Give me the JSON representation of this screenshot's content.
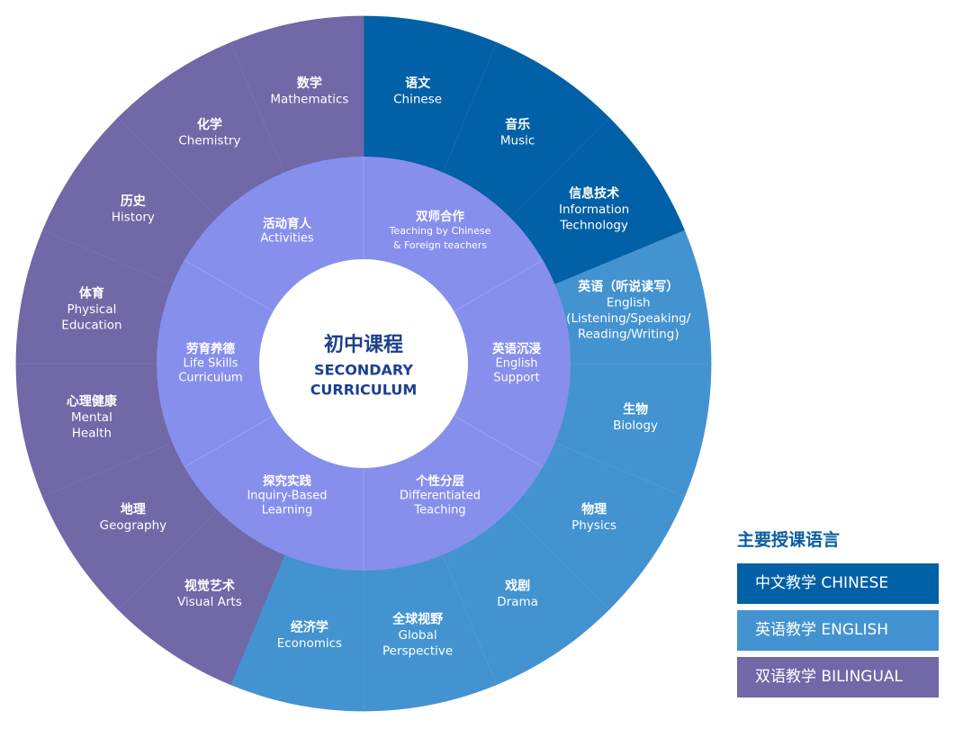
{
  "center": {
    "title_zh": "初中课程",
    "title_en_1": "SECONDARY",
    "title_en_2": "CURRICULUM"
  },
  "colors": {
    "chinese": "#0160a6",
    "english": "#4393d1",
    "bilingual": "#7068a7",
    "inner_ring": "#878fed",
    "center": "#ffffff",
    "center_text": "#1c3f8f",
    "legend_title": "#0b5ea2"
  },
  "outer_ring": [
    {
      "lines": [
        "语文",
        "Chinese"
      ],
      "group": "chinese"
    },
    {
      "lines": [
        "音乐",
        "Music"
      ],
      "group": "chinese"
    },
    {
      "lines": [
        "信息技术",
        "Information",
        "Technology"
      ],
      "group": "chinese"
    },
    {
      "lines": [
        "英语（听说读写）",
        "English",
        "(Listening/Speaking/",
        "Reading/Writing)"
      ],
      "group": "english"
    },
    {
      "lines": [
        "生物",
        "Biology"
      ],
      "group": "english"
    },
    {
      "lines": [
        "物理",
        "Physics"
      ],
      "group": "english"
    },
    {
      "lines": [
        "戏剧",
        "Drama"
      ],
      "group": "english"
    },
    {
      "lines": [
        "全球视野",
        "Global",
        "Perspective"
      ],
      "group": "english"
    },
    {
      "lines": [
        "经济学",
        "Economics"
      ],
      "group": "english"
    },
    {
      "lines": [
        "视觉艺术",
        "Visual Arts"
      ],
      "group": "bilingual"
    },
    {
      "lines": [
        "地理",
        "Geography"
      ],
      "group": "bilingual"
    },
    {
      "lines": [
        "心理健康",
        "Mental",
        "Health"
      ],
      "group": "bilingual"
    },
    {
      "lines": [
        "体育",
        "Physical",
        "Education"
      ],
      "group": "bilingual"
    },
    {
      "lines": [
        "历史",
        "History"
      ],
      "group": "bilingual"
    },
    {
      "lines": [
        "化学",
        "Chemistry"
      ],
      "group": "bilingual"
    },
    {
      "lines": [
        "数学",
        "Mathematics"
      ],
      "group": "bilingual"
    }
  ],
  "inner_ring": [
    {
      "lines": [
        "双师合作",
        "Teaching by Chinese",
        "& Foreign teachers"
      ]
    },
    {
      "lines": [
        "英语沉浸",
        "English",
        "Support"
      ]
    },
    {
      "lines": [
        "个性分层",
        "Differentiated",
        "Teaching"
      ]
    },
    {
      "lines": [
        "探究实践",
        "Inquiry-Based",
        "Learning"
      ]
    },
    {
      "lines": [
        "劳育养德",
        "Life Skills",
        "Curriculum"
      ]
    },
    {
      "lines": [
        "活动育人",
        "Activities"
      ]
    }
  ],
  "legend": {
    "title": "主要授课语言",
    "items": [
      {
        "label": "中文教学 CHINESE",
        "group": "chinese"
      },
      {
        "label": "英语教学 ENGLISH",
        "group": "english"
      },
      {
        "label": "双语教学 BILINGUAL",
        "group": "bilingual"
      }
    ]
  }
}
